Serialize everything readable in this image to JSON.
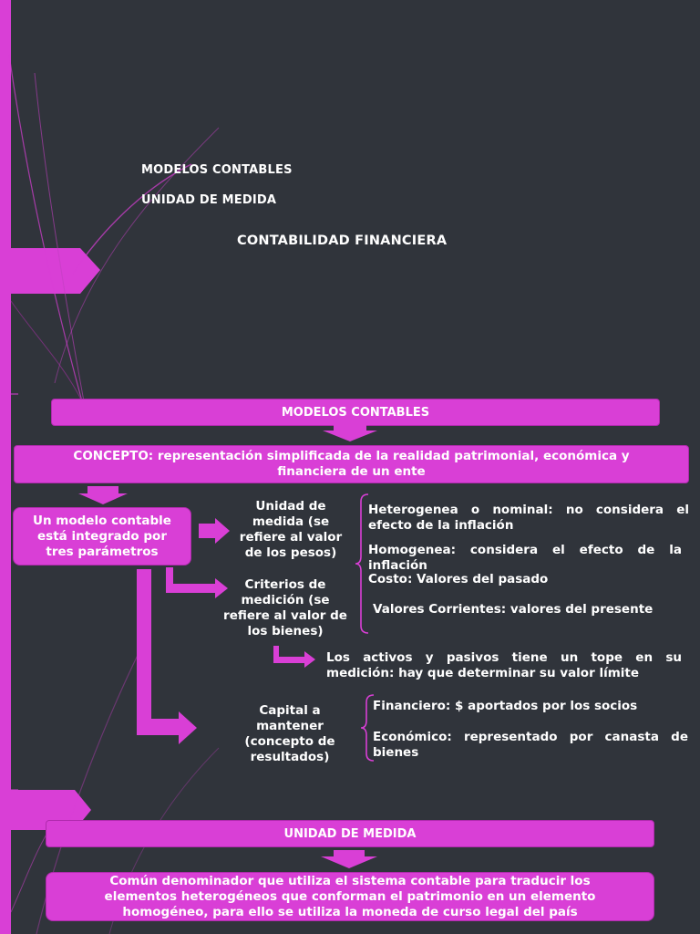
{
  "colors": {
    "background": "#30343b",
    "accent": "#d93fd6",
    "accent_dark": "#b02aad"
  },
  "top": {
    "heading1": "MODELOS CONTABLES",
    "heading2": "UNIDAD DE MEDIDA",
    "main_title": "CONTABILIDAD FINANCIERA"
  },
  "modelos": {
    "title": "MODELOS CONTABLES",
    "concept": "CONCEPTO: representación simplificada de la realidad patrimonial, económica y financiera de un ente",
    "integrated": "Un modelo contable está integrado por tres parámetros",
    "unidad": "Unidad de medida (se refiere al valor de los pesos)",
    "criterios": "Criterios de medición (se refiere al valor de los bienes)",
    "capital": "Capital a mantener (concepto de resultados)",
    "heterogenea": "Heterogenea o nominal: no considera el efecto de la inflación",
    "homogenea": "Homogenea: considera el efecto de la inflación",
    "costo": "Costo: Valores del pasado",
    "valores_corrientes": "Valores Corrientes: valores del presente",
    "activos": "Los activos y pasivos tiene un tope en su medición: hay que determinar su valor límite",
    "financiero": "Financiero: $ aportados por los socios",
    "economico": "Económico: representado por canasta de bienes"
  },
  "unidad_medida": {
    "title": "UNIDAD DE MEDIDA",
    "definition": "Común denominador que utiliza el sistema contable para traducir los elementos heterogéneos que conforman el patrimonio en un elemento homogéneo, para ello se utiliza la moneda de curso legal del país"
  }
}
